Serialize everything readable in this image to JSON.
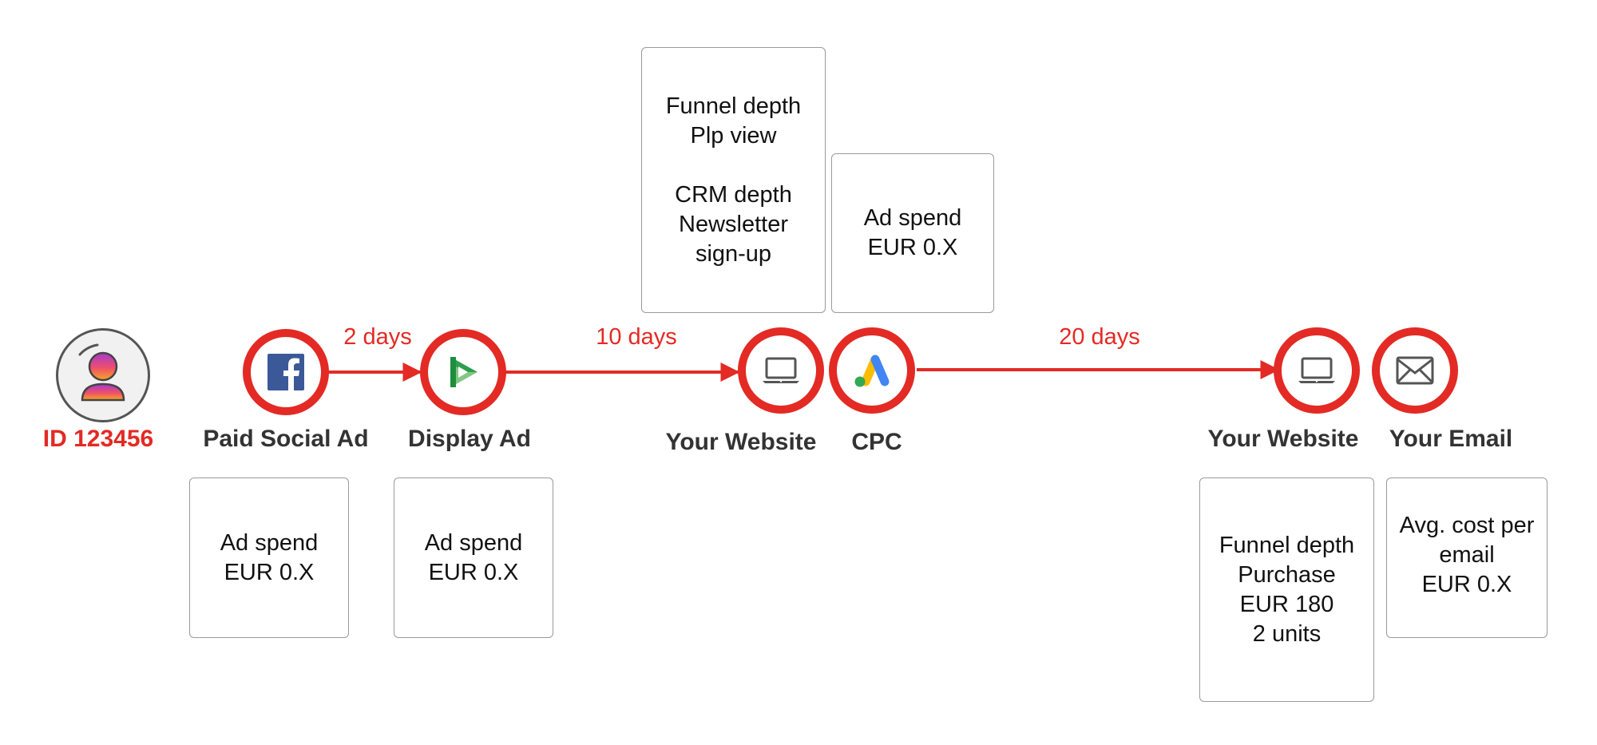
{
  "colors": {
    "accent": "#e32a24",
    "box_border": "#9a9a9a",
    "label": "#333333"
  },
  "user": {
    "id_label": "ID 123456",
    "icon": "user-icon"
  },
  "nodes": [
    {
      "label": "Paid Social Ad",
      "icon": "facebook-icon"
    },
    {
      "label": "Display Ad",
      "icon": "display-play-icon"
    },
    {
      "label": "Your Website",
      "icon": "laptop-icon"
    },
    {
      "label": "CPC",
      "icon": "google-ads-icon"
    },
    {
      "label": "Your Website",
      "icon": "laptop-icon"
    },
    {
      "label": "Your Email",
      "icon": "envelope-icon"
    }
  ],
  "intervals": [
    {
      "label": "2 days"
    },
    {
      "label": "10 days"
    },
    {
      "label": "20 days"
    }
  ],
  "boxes": {
    "paid_social": {
      "line1": "Ad spend",
      "line2": "EUR 0.X"
    },
    "display": {
      "line1": "Ad spend",
      "line2": "EUR 0.X"
    },
    "website1": {
      "line1": "Funnel depth",
      "line2": "Plp view",
      "line3": "CRM depth",
      "line4": "Newsletter",
      "line5": "sign-up"
    },
    "cpc": {
      "line1": "Ad spend",
      "line2": "EUR 0.X"
    },
    "website2": {
      "line1": "Funnel depth",
      "line2": "Purchase",
      "line3": "EUR 180",
      "line4": "2 units"
    },
    "email": {
      "line1": "Avg. cost per email",
      "line2": "EUR 0.X"
    }
  }
}
